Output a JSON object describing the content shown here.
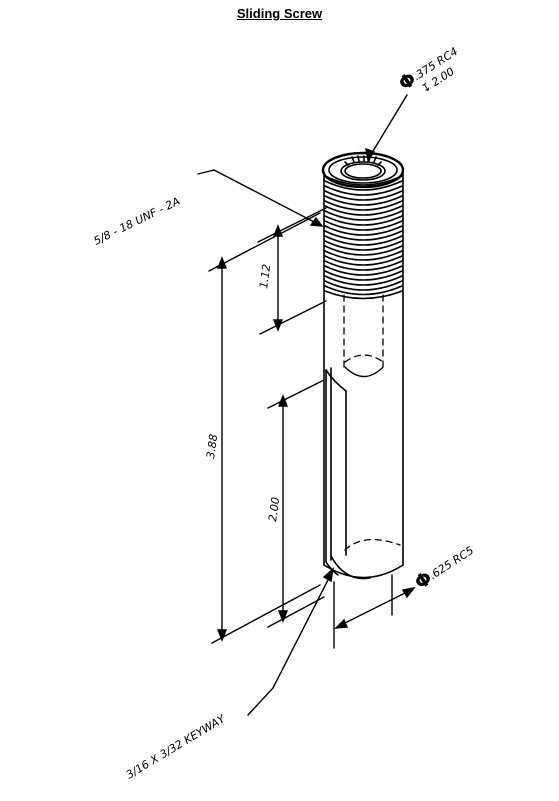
{
  "title": "Sliding Screw",
  "callouts": {
    "bore_symbol": "Φ",
    "bore_diameter": ".375 RC4",
    "depth_symbol": "↧",
    "bore_depth": "2.00",
    "thread": "5/8 - 18 UNF - 2A",
    "thread_length": "1.12",
    "overall_length": "3.88",
    "keyway_length": "2.00",
    "shaft_symbol": "Φ",
    "shaft_diameter": ".625 RC5",
    "keyway": "3/16 X 3/32 KEYWAY"
  }
}
